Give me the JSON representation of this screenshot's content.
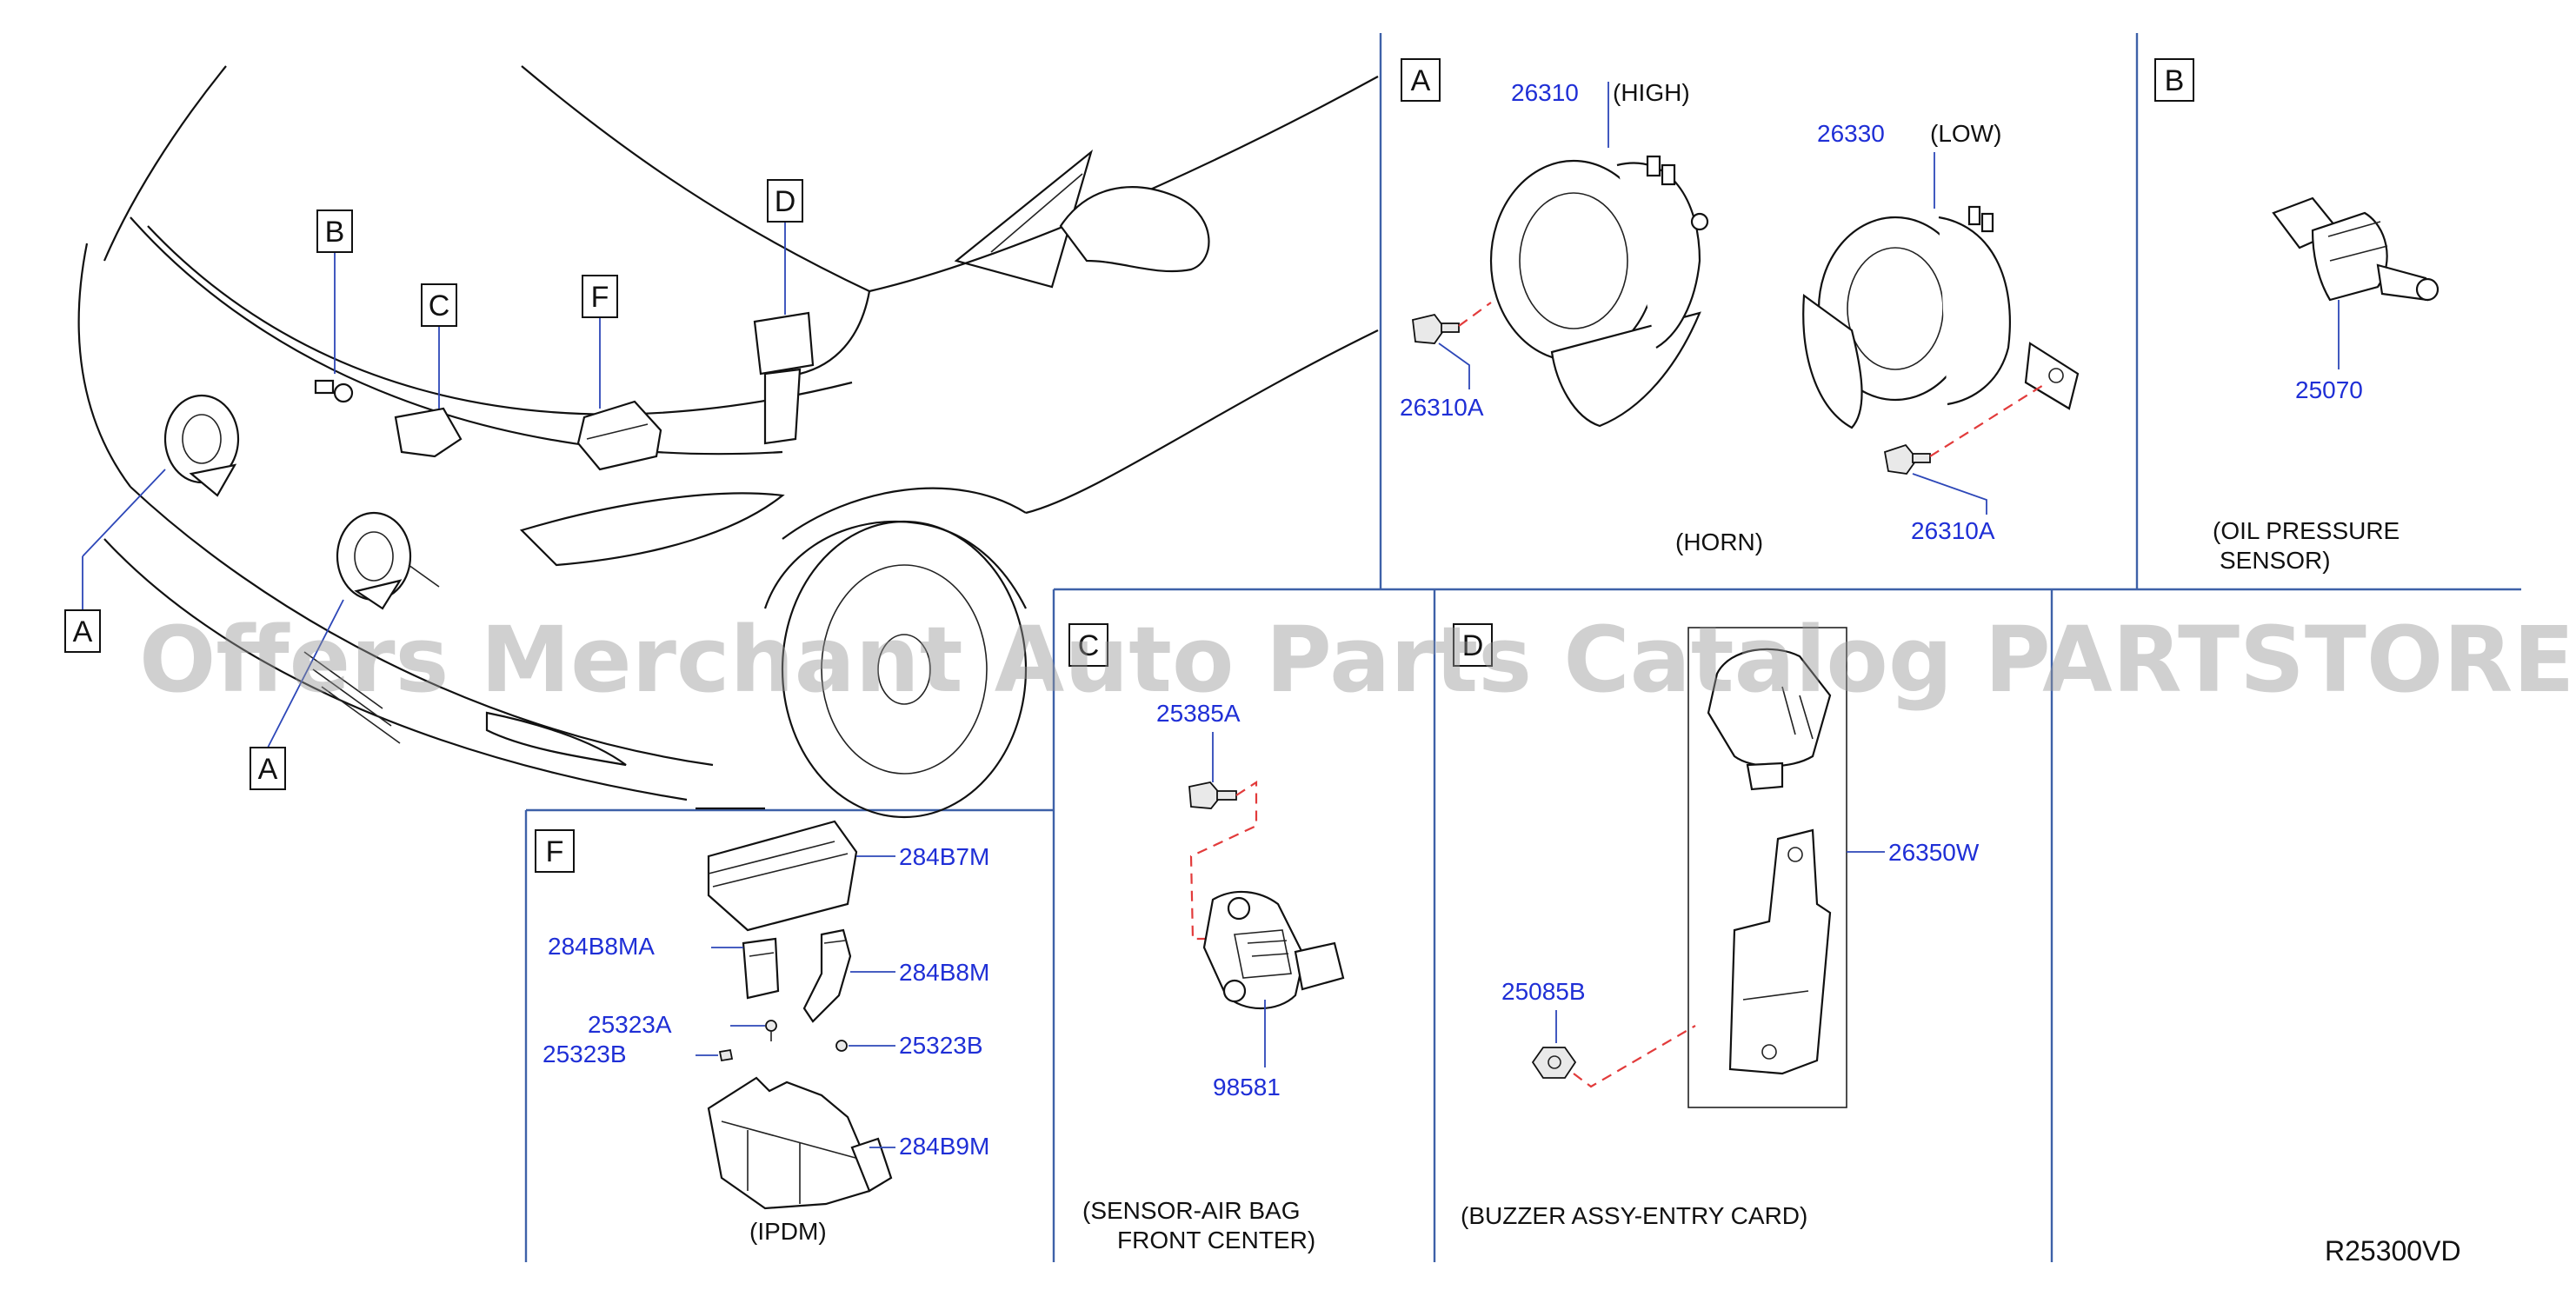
{
  "diagram_code": "R25300VD",
  "watermark": "Offers Merchant Auto Parts Catalog PARTSTORE.SA",
  "overview_callouts": [
    "A",
    "A",
    "B",
    "C",
    "D",
    "F"
  ],
  "sections": {
    "A": {
      "letter": "A",
      "caption": "(HORN)",
      "high_part": "26310",
      "high_tag": "(HIGH)",
      "low_part": "26330",
      "low_tag": "(LOW)",
      "bolt_high": "26310A",
      "bolt_low": "26310A"
    },
    "B": {
      "letter": "B",
      "caption_line1": "(OIL   PRESSURE",
      "caption_line2": "SENSOR)",
      "part": "25070"
    },
    "C": {
      "letter": "C",
      "caption_line1": "(SENSOR-AIR   BAG",
      "caption_line2": "FRONT   CENTER)",
      "bolt": "25385A",
      "sensor": "98581"
    },
    "D": {
      "letter": "D",
      "caption": "(BUZZER   ASSY-ENTRY   CARD)",
      "assy": "26350W",
      "nut": "25085B"
    },
    "F": {
      "letter": "F",
      "caption": "(IPDM)",
      "cover": "284B7M",
      "bracket_a": "284B8MA",
      "bracket": "284B8M",
      "screw_a": "25323A",
      "clip_b_left": "25323B",
      "clip_b_right": "25323B",
      "base": "284B9M"
    }
  }
}
